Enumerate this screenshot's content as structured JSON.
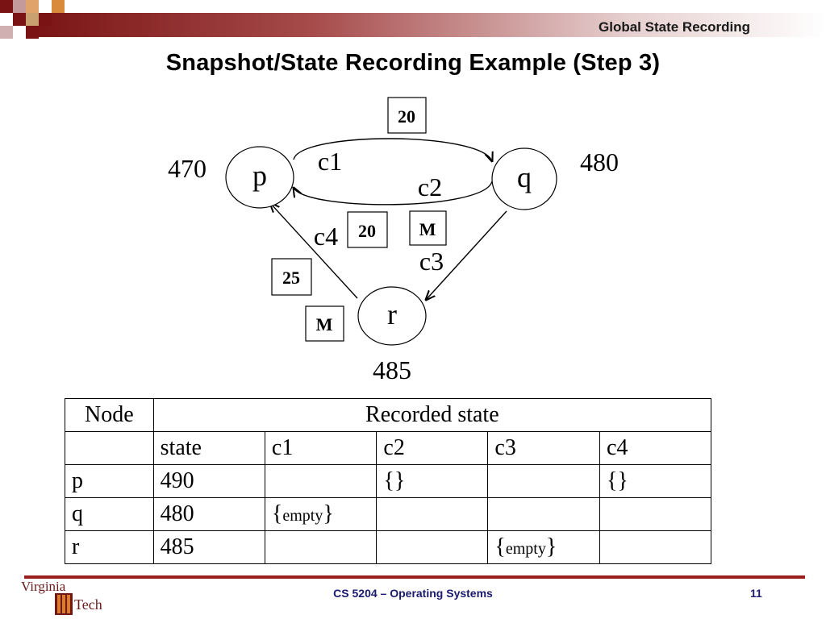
{
  "header": {
    "title": "Global State Recording"
  },
  "slide": {
    "title": "Snapshot/State Recording Example (Step 3)"
  },
  "diagram": {
    "nodes": {
      "p": "p",
      "q": "q",
      "r": "r"
    },
    "node_values": {
      "p": "470",
      "q": "480",
      "r": "485"
    },
    "channels": {
      "c1": "c1",
      "c2": "c2",
      "c3": "c3",
      "c4": "c4"
    },
    "messages": {
      "c1_top": "20",
      "c4_upper": "20",
      "c3_marker": "M",
      "c4_lower": "25",
      "c4_marker": "M"
    }
  },
  "table": {
    "header": {
      "node": "Node",
      "recorded": "Recorded state"
    },
    "subheader": [
      "state",
      "c1",
      "c2",
      "c3",
      "c4"
    ],
    "rows": [
      {
        "node": "p",
        "state": "490",
        "c1": "",
        "c2": "{}",
        "c3": "",
        "c4": "{}"
      },
      {
        "node": "q",
        "state": "480",
        "c1": "empty",
        "c2": "",
        "c3": "",
        "c4": ""
      },
      {
        "node": "r",
        "state": "485",
        "c1": "",
        "c2": "",
        "c3": "empty",
        "c4": ""
      }
    ]
  },
  "footer": {
    "course": "CS 5204 – Operating Systems",
    "page": "11",
    "logo_line1": "Virginia",
    "logo_line2": "Tech"
  },
  "colors": {
    "band": "#8b1a1a",
    "footer_line": "#9a1d1d",
    "footer_text": "#1a1a6e",
    "logo_orange": "#e07b28"
  }
}
